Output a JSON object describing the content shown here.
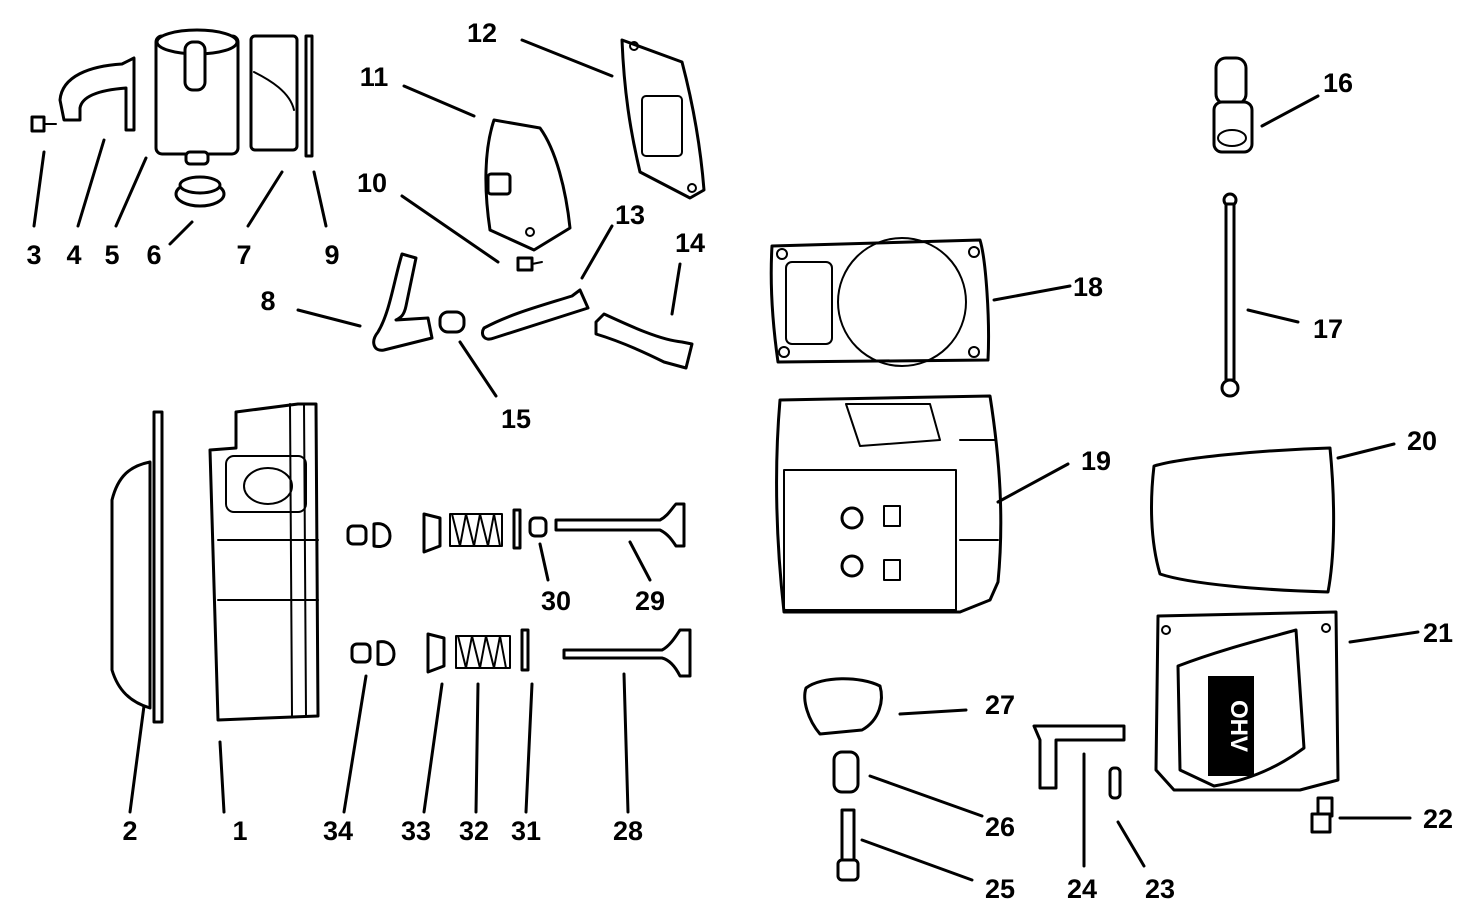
{
  "colors": {
    "ink": "#000000",
    "paper": "#ffffff"
  },
  "callouts": {
    "c1": "1",
    "c2": "2",
    "c3": "3",
    "c4": "4",
    "c5": "5",
    "c6": "6",
    "c7": "7",
    "c8": "8",
    "c9": "9",
    "c10": "10",
    "c11": "11",
    "c12": "12",
    "c13": "13",
    "c14": "14",
    "c15": "15",
    "c16": "16",
    "c17": "17",
    "c18": "18",
    "c19": "19",
    "c20": "20",
    "c21": "21",
    "c22": "22",
    "c23": "23",
    "c24": "24",
    "c25": "25",
    "c26": "26",
    "c27": "27",
    "c28": "28",
    "c29": "29",
    "c30": "30",
    "c31": "31",
    "c32": "32",
    "c33": "33",
    "c34": "34"
  },
  "cover_logo": "OHV"
}
